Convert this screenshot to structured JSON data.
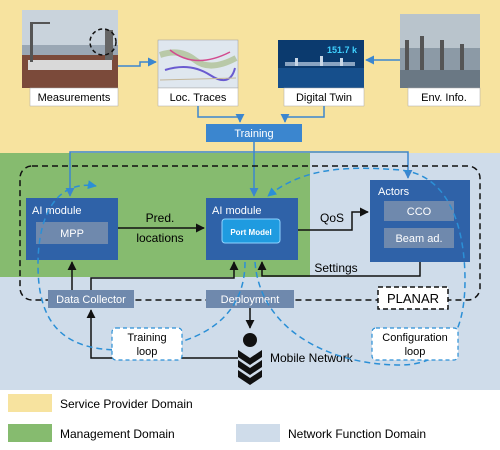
{
  "colors": {
    "service_provider": "#f7e39f",
    "management": "#86bb6f",
    "network_function": "#cfdcea",
    "module_blue": "#2f62a8",
    "training_blue": "#3b86cf",
    "inner_gray": "#6f89ad",
    "port_model": "#1f9be0",
    "dashed_blue": "#2b8fd6"
  },
  "images": {
    "measurements": "Measurements",
    "loc_traces": "Loc. Traces",
    "digital_twin": "Digital Twin",
    "digital_twin_overlay": "151.7 k",
    "env_info": "Env. Info."
  },
  "training": "Training",
  "ai_module_left": {
    "title": "AI module",
    "inner": "MPP"
  },
  "ai_module_right": {
    "title": "AI module",
    "inner": "Port Model"
  },
  "pred_locations": [
    "Pred.",
    "locations"
  ],
  "qos": "QoS",
  "actors": {
    "title": "Actors",
    "items": [
      "CCO",
      "Beam ad."
    ]
  },
  "settings": "Settings",
  "data_collector": "Data Collector",
  "deployment": "Deployment",
  "planar": "PLANAR",
  "training_loop": [
    "Training",
    "loop"
  ],
  "configuration_loop": [
    "Configuration",
    "loop"
  ],
  "mobile_network": "Mobile Network",
  "legend": [
    {
      "label": "Service Provider Domain",
      "color": "#f7e39f"
    },
    {
      "label": "Management Domain",
      "color": "#86bb6f"
    },
    {
      "label": "Network Function Domain",
      "color": "#cfdcea"
    }
  ]
}
